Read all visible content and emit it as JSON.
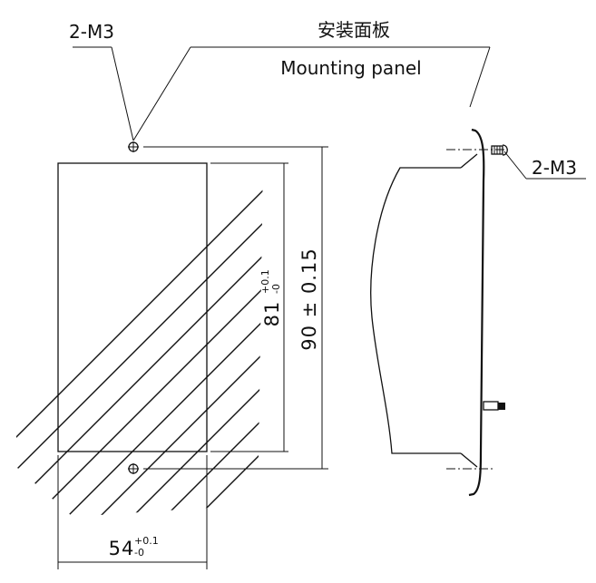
{
  "labels": {
    "screw_top": "2-M3",
    "screw_side": "2-M3",
    "panel_cn": "安装面板",
    "panel_en": "Mounting panel"
  },
  "dimensions": {
    "width": {
      "nominal": "54",
      "tol_plus": "+0.1",
      "tol_minus": "-0"
    },
    "height": {
      "nominal": "81",
      "tol_plus": "+0.1",
      "tol_minus": "-0"
    },
    "hole_spacing": "90 ± 0.15"
  }
}
